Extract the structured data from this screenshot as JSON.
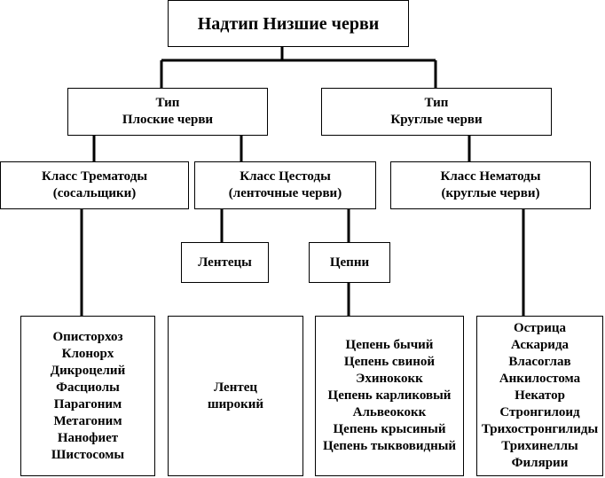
{
  "superphylum": {
    "title": "Надтип Низшие черви"
  },
  "phyla": [
    {
      "line1": "Тип",
      "line2": "Плоские черви"
    },
    {
      "line1": "Тип",
      "line2": "Круглые черви"
    }
  ],
  "classes": [
    {
      "line1": "Класс Трематоды",
      "line2": "(сосальщики)"
    },
    {
      "line1": "Класс Цестоды",
      "line2": "(ленточные черви)"
    },
    {
      "line1": "Класс Нематоды",
      "line2": "(круглые черви)"
    }
  ],
  "subgroups": [
    {
      "label": "Лентецы"
    },
    {
      "label": "Цепни"
    }
  ],
  "lists": {
    "trematodes": [
      "Описторхоз",
      "Клонорх",
      "Дикроцелий",
      "Фасциолы",
      "Парагоним",
      "Метагоним",
      "Нанофиет",
      "Шистосомы"
    ],
    "lentets": [
      "Лентец",
      "широкий"
    ],
    "tsepni": [
      "Цепень бычий",
      "Цепень свиной",
      "Эхинококк",
      "Цепень карликовый",
      "Альвеококк",
      "Цепень крысиный",
      "Цепень тыквовидный"
    ],
    "nematodes": [
      "Острица",
      "Аскарида",
      "Власоглав",
      "Анкилостома",
      "Некатор",
      "Стронгилоид",
      "Трихостронгилиды",
      "Трихинеллы",
      "Филярии"
    ]
  }
}
